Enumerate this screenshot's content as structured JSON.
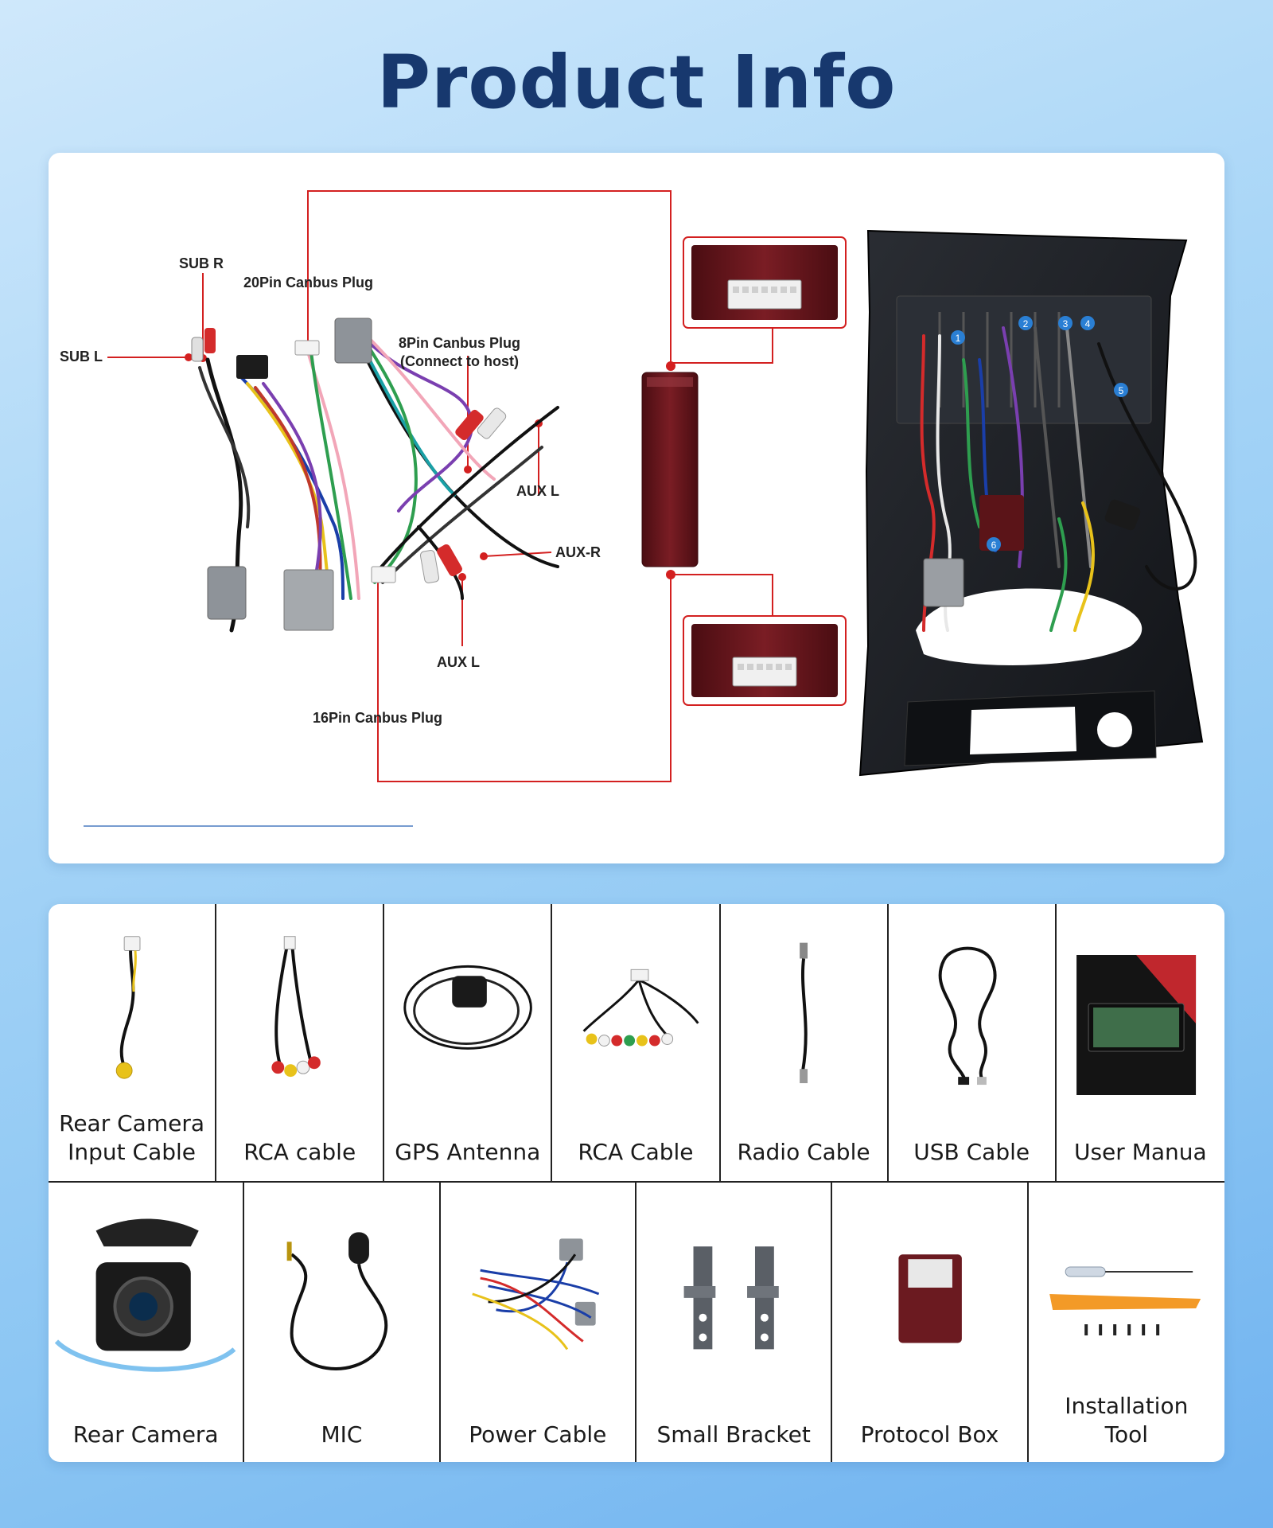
{
  "page": {
    "title": "Product Info"
  },
  "diagram": {
    "labels": {
      "sub_r": "SUB R",
      "sub_l": "SUB L",
      "pin20": "20Pin Canbus Plug",
      "pin8": "8Pin Canbus Plug",
      "pin8_note": "(Connect to host)",
      "aux_l_top": "AUX L",
      "aux_r": "AUX-R",
      "aux_l_bottom": "AUX L",
      "pin16": "16Pin Canbus Plug"
    },
    "badges": [
      "1",
      "2",
      "3",
      "4",
      "5",
      "6"
    ]
  },
  "items": {
    "row1": [
      {
        "label": "Rear Camera Input Cable",
        "line1": "Rear Camera",
        "line2": "Input Cable",
        "icon": "camera-input-cable-image"
      },
      {
        "label": "RCA cable",
        "icon": "rca-cable-image"
      },
      {
        "label": "GPS Antenna",
        "icon": "gps-antenna-image"
      },
      {
        "label": "RCA Cable",
        "icon": "rca-cable-bundle-image"
      },
      {
        "label": "Radio Cable",
        "icon": "radio-cable-image"
      },
      {
        "label": "USB Cable",
        "icon": "usb-cable-image"
      },
      {
        "label": "User Manua",
        "icon": "user-manual-image"
      }
    ],
    "row2": [
      {
        "label": "Rear Camera",
        "icon": "rear-camera-image"
      },
      {
        "label": "MIC",
        "icon": "mic-image"
      },
      {
        "label": "Power Cable",
        "icon": "power-cable-image"
      },
      {
        "label": "Small Bracket",
        "icon": "small-bracket-image"
      },
      {
        "label": "Protocol Box",
        "icon": "protocol-box-image"
      },
      {
        "label": "Installation Tool",
        "line1": "Installation",
        "line2": "Tool",
        "icon": "installation-tool-image"
      }
    ]
  },
  "colors": {
    "title": "#17386e",
    "leader_line": "#d32020",
    "background_top": "#cfe8fb",
    "background_bottom": "#6fb2f0"
  }
}
